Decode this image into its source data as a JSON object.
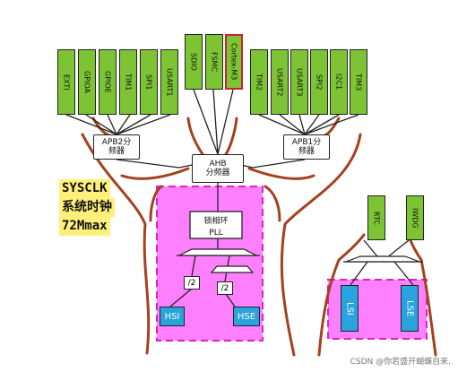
{
  "colors": {
    "peripheral": "#7cc433",
    "trunk": "#a4411e",
    "highlight": "#ff80ff",
    "dashed_border": "#e020c0",
    "oscillator": "#29a3dc",
    "sysclk_bg": "#fff07a",
    "cortex_border": "#d0202a"
  },
  "top_center": [
    "SDIO",
    "FSMC",
    "Cortex-M3"
  ],
  "left_group": [
    "EXTI",
    "GPIOA",
    "GPIOE",
    "TIM1",
    "SPI1",
    "USART1"
  ],
  "right_group": [
    "TIM2",
    "USART2",
    "USART3",
    "SPI2",
    "I2C1",
    "TIM3"
  ],
  "apb2": [
    "APB2分",
    "频器"
  ],
  "apb1": [
    "APB1分",
    "频器"
  ],
  "ahb": [
    "AHB",
    "分频器"
  ],
  "pll": [
    "锁相环",
    "PLL"
  ],
  "div_label": "/2",
  "hsi": "HSI",
  "hse": "HSE",
  "rtc": "RTC",
  "iwdg": "IWDG",
  "lsi": "LSI",
  "lse": "LSE",
  "sysclk_label": [
    "SYSCLK",
    "系统时钟",
    "72Mmax"
  ],
  "watermark": "CSDN @你若盛开蝴蝶自来."
}
